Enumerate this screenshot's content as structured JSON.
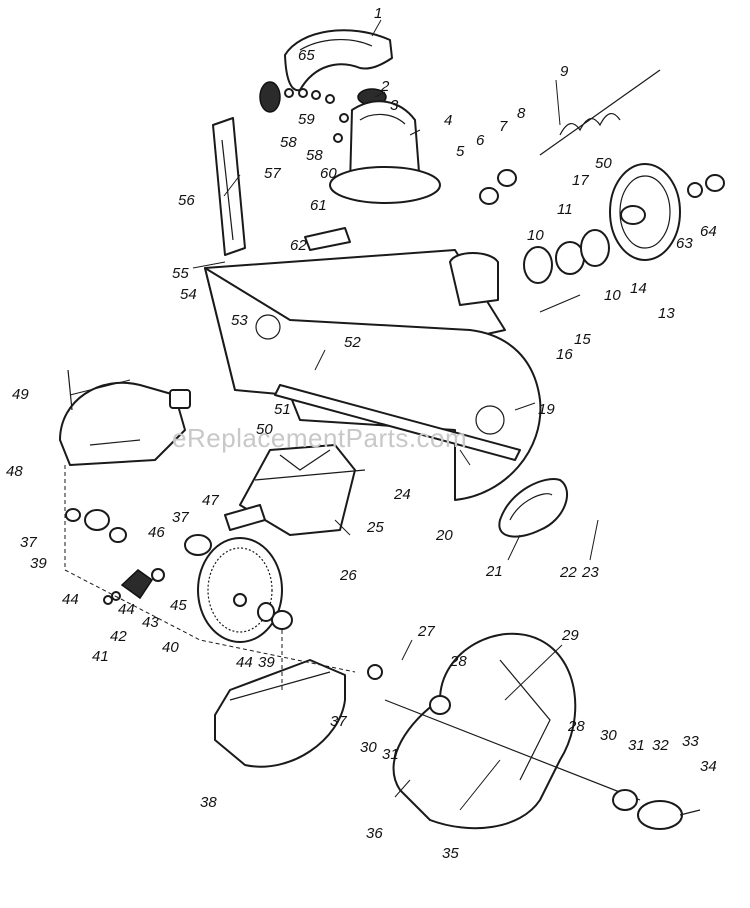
{
  "watermark": "eReplacementParts.com",
  "callouts": [
    {
      "id": "c1",
      "label": "1"
    },
    {
      "id": "c65",
      "label": "65"
    },
    {
      "id": "c2",
      "label": "2"
    },
    {
      "id": "c3",
      "label": "3"
    },
    {
      "id": "c4",
      "label": "4"
    },
    {
      "id": "c59",
      "label": "59"
    },
    {
      "id": "c58a",
      "label": "58"
    },
    {
      "id": "c58b",
      "label": "58"
    },
    {
      "id": "c57",
      "label": "57"
    },
    {
      "id": "c60",
      "label": "60"
    },
    {
      "id": "c61",
      "label": "61"
    },
    {
      "id": "c62",
      "label": "62"
    },
    {
      "id": "c56",
      "label": "56"
    },
    {
      "id": "c9",
      "label": "9"
    },
    {
      "id": "c8",
      "label": "8"
    },
    {
      "id": "c7",
      "label": "7"
    },
    {
      "id": "c6",
      "label": "6"
    },
    {
      "id": "c5",
      "label": "5"
    },
    {
      "id": "c50a",
      "label": "50"
    },
    {
      "id": "c17",
      "label": "17"
    },
    {
      "id": "c11",
      "label": "11"
    },
    {
      "id": "c10a",
      "label": "10"
    },
    {
      "id": "c10b",
      "label": "10"
    },
    {
      "id": "c14",
      "label": "14"
    },
    {
      "id": "c13",
      "label": "13"
    },
    {
      "id": "c63",
      "label": "63"
    },
    {
      "id": "c64",
      "label": "64"
    },
    {
      "id": "c55",
      "label": "55"
    },
    {
      "id": "c54",
      "label": "54"
    },
    {
      "id": "c53",
      "label": "53"
    },
    {
      "id": "c15",
      "label": "15"
    },
    {
      "id": "c16",
      "label": "16"
    },
    {
      "id": "c52",
      "label": "52"
    },
    {
      "id": "c19",
      "label": "19"
    },
    {
      "id": "c49",
      "label": "49"
    },
    {
      "id": "c51",
      "label": "51"
    },
    {
      "id": "c50b",
      "label": "50"
    },
    {
      "id": "c48",
      "label": "48"
    },
    {
      "id": "c24",
      "label": "24"
    },
    {
      "id": "c20",
      "label": "20"
    },
    {
      "id": "c47",
      "label": "47"
    },
    {
      "id": "c25",
      "label": "25"
    },
    {
      "id": "c37a",
      "label": "37"
    },
    {
      "id": "c37b",
      "label": "37"
    },
    {
      "id": "c46",
      "label": "46"
    },
    {
      "id": "c39a",
      "label": "39"
    },
    {
      "id": "c26",
      "label": "26"
    },
    {
      "id": "c21",
      "label": "21"
    },
    {
      "id": "c22",
      "label": "22"
    },
    {
      "id": "c23",
      "label": "23"
    },
    {
      "id": "c44a",
      "label": "44"
    },
    {
      "id": "c44b",
      "label": "44"
    },
    {
      "id": "c45",
      "label": "45"
    },
    {
      "id": "c41",
      "label": "41"
    },
    {
      "id": "c42",
      "label": "42"
    },
    {
      "id": "c43",
      "label": "43"
    },
    {
      "id": "c40",
      "label": "40"
    },
    {
      "id": "c44c",
      "label": "44"
    },
    {
      "id": "c39b",
      "label": "39"
    },
    {
      "id": "c27",
      "label": "27"
    },
    {
      "id": "c29",
      "label": "29"
    },
    {
      "id": "c28a",
      "label": "28"
    },
    {
      "id": "c37c",
      "label": "37"
    },
    {
      "id": "c30a",
      "label": "30"
    },
    {
      "id": "c31a",
      "label": "31"
    },
    {
      "id": "c28b",
      "label": "28"
    },
    {
      "id": "c30b",
      "label": "30"
    },
    {
      "id": "c31b",
      "label": "31"
    },
    {
      "id": "c32",
      "label": "32"
    },
    {
      "id": "c33",
      "label": "33"
    },
    {
      "id": "c34",
      "label": "34"
    },
    {
      "id": "c38",
      "label": "38"
    },
    {
      "id": "c36",
      "label": "36"
    },
    {
      "id": "c35",
      "label": "35"
    }
  ]
}
